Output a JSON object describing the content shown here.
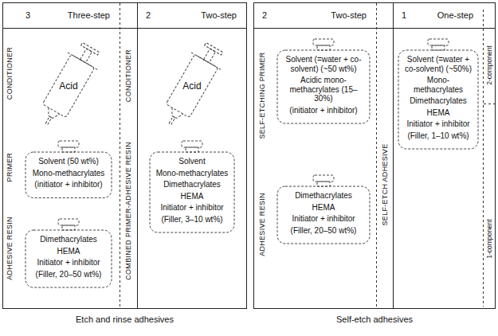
{
  "diagram": {
    "nodes": [
      {
        "text": [
          "Etch and rinse adhesives"
        ]
      },
      {
        "text": [
          "3",
          "Three-step"
        ],
        "in": 0
      },
      {
        "text": [
          "Acid"
        ],
        "in": 1
      },
      {
        "text": [
          "Solvent (50 wt%)",
          "Mono-methacrylates",
          "(initiator + inhibitor)"
        ],
        "in": 1
      },
      {
        "text": [
          "Dimethacrylates",
          "HEMA",
          "Initiator + inhibitor",
          "(Filler, 20–50 wt%)"
        ],
        "in": 1
      },
      {
        "text": [
          "2",
          "Two-step"
        ],
        "in": 0
      },
      {
        "text": [
          "Acid"
        ],
        "in": 5
      },
      {
        "text": [
          "Solvent",
          "Mono-methacrylates",
          "Dimethacrylates",
          "HEMA",
          "Initiator + inhibitor",
          "(Filler, 3–10 wt%)"
        ],
        "in": 5
      },
      {
        "text": [
          "Self-etch adhesives"
        ]
      },
      {
        "text": [
          "2",
          "Two-step"
        ],
        "in": 8
      },
      {
        "text": [
          "Solvent (=water + co-solvent) (~50 wt%)",
          "Acidic mono-methacrylates (15–30%)",
          "(initiator + inhibitor)"
        ],
        "in": 9
      },
      {
        "text": [
          "Dimethacrylates",
          "HEMA",
          "Initiator + inhibitor",
          "(Filler, 20–50 wt%)"
        ],
        "in": 9
      },
      {
        "text": [
          "1",
          "One-step"
        ],
        "in": 8
      },
      {
        "text": [
          "Solvent (=water + co-solvent) (~50%)",
          "Mono-methacrylates",
          "Dimethacrylates",
          "HEMA",
          "Initiator + inhibitor",
          "(Filler, 1–10 wt%)"
        ],
        "in": 12
      }
    ],
    "labels": [
      "CONDITIONER",
      "PRIMER",
      "ADHESIVE RESIN",
      "CONDITIONER",
      "COMBINED PRIMER-ADHESIVE RESIN",
      "SELF-ETCHING PRIMER",
      "ADHESIVE RESIN",
      "SELF-ETCH ADHESIVE",
      "2-component",
      "1-component"
    ]
  }
}
